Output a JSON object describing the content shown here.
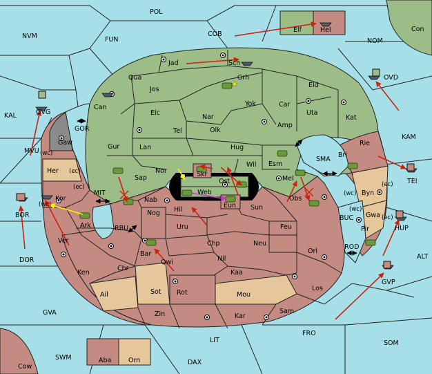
{
  "colors": {
    "sea": "#a6dfe8",
    "green": "#9dbd88",
    "red": "#c48b82",
    "tan": "#e6c79c",
    "grey": "#8a8a8a",
    "border": "#222222",
    "order": "#cc2211",
    "support": "#ffee00",
    "convoy": "#cc33cc",
    "center": "#000000"
  },
  "sea_labels": [
    {
      "id": "pol",
      "text": "POL"
    },
    {
      "id": "nvm",
      "text": "NVM"
    },
    {
      "id": "fun",
      "text": "FUN"
    },
    {
      "id": "cob",
      "text": "COB"
    },
    {
      "id": "nom",
      "text": "NOM"
    },
    {
      "id": "con",
      "text": "Con"
    },
    {
      "id": "ovd",
      "text": "OVD"
    },
    {
      "id": "kal",
      "text": "KAL"
    },
    {
      "id": "gor",
      "text": "GOR"
    },
    {
      "id": "mvu",
      "text": "MVU"
    },
    {
      "id": "kam",
      "text": "KAM"
    },
    {
      "id": "sma",
      "text": "SMA"
    },
    {
      "id": "mit",
      "text": "MIT"
    },
    {
      "id": "rbu",
      "text": "RBU"
    },
    {
      "id": "buc",
      "text": "BUC"
    },
    {
      "id": "rod",
      "text": "ROD"
    },
    {
      "id": "tei",
      "text": "TEI"
    },
    {
      "id": "bor",
      "text": "BOR"
    },
    {
      "id": "dor",
      "text": "DOR"
    },
    {
      "id": "hup",
      "text": "HUP"
    },
    {
      "id": "alt",
      "text": "ALT"
    },
    {
      "id": "gvp",
      "text": "GVP"
    },
    {
      "id": "gva",
      "text": "GVA"
    },
    {
      "id": "lit",
      "text": "LIT"
    },
    {
      "id": "fro",
      "text": "FRO"
    },
    {
      "id": "som",
      "text": "SOM"
    },
    {
      "id": "swm",
      "text": "SWM"
    },
    {
      "id": "dax",
      "text": "DAX"
    },
    {
      "id": "gvg",
      "text": "GVG"
    }
  ],
  "provinces": [
    {
      "id": "jad",
      "text": "Jad"
    },
    {
      "id": "sch",
      "text": "Sch"
    },
    {
      "id": "qua",
      "text": "Qua"
    },
    {
      "id": "grh",
      "text": "Grh"
    },
    {
      "id": "jos",
      "text": "Jos"
    },
    {
      "id": "can",
      "text": "Can"
    },
    {
      "id": "eld",
      "text": "Eld"
    },
    {
      "id": "yok",
      "text": "Yok"
    },
    {
      "id": "car",
      "text": "Car"
    },
    {
      "id": "elc",
      "text": "Elc"
    },
    {
      "id": "nar",
      "text": "Nar"
    },
    {
      "id": "uta",
      "text": "Uta"
    },
    {
      "id": "kat",
      "text": "Kat"
    },
    {
      "id": "tel",
      "text": "Tel"
    },
    {
      "id": "olk",
      "text": "Olk"
    },
    {
      "id": "amp",
      "text": "Amp"
    },
    {
      "id": "gur",
      "text": "Gur"
    },
    {
      "id": "lan",
      "text": "Lan"
    },
    {
      "id": "hug",
      "text": "Hug"
    },
    {
      "id": "bri",
      "text": "Bri"
    },
    {
      "id": "rie",
      "text": "Rie"
    },
    {
      "id": "esm",
      "text": "Esm"
    },
    {
      "id": "nor",
      "text": "Nor"
    },
    {
      "id": "wil",
      "text": "Wil"
    },
    {
      "id": "sap",
      "text": "Sap"
    },
    {
      "id": "skr",
      "text": "Skr"
    },
    {
      "id": "ost",
      "text": "Ost"
    },
    {
      "id": "mel",
      "text": "Mel"
    },
    {
      "id": "web",
      "text": "Web"
    },
    {
      "id": "byn",
      "text": "Byn"
    },
    {
      "id": "obs",
      "text": "Obs"
    },
    {
      "id": "nab",
      "text": "Nab"
    },
    {
      "id": "eun",
      "text": "Eun"
    },
    {
      "id": "sun",
      "text": "Sun"
    },
    {
      "id": "gaw",
      "text": "Gaw"
    },
    {
      "id": "her",
      "text": "Her"
    },
    {
      "id": "kor",
      "text": "Kor"
    },
    {
      "id": "hil",
      "text": "Hil"
    },
    {
      "id": "nog",
      "text": "Nog"
    },
    {
      "id": "gwa",
      "text": "Gwa"
    },
    {
      "id": "pir",
      "text": "Pir"
    },
    {
      "id": "ark",
      "text": "Ark"
    },
    {
      "id": "uru",
      "text": "Uru"
    },
    {
      "id": "feu",
      "text": "Feu"
    },
    {
      "id": "ver",
      "text": "Ver"
    },
    {
      "id": "chp",
      "text": "Chp"
    },
    {
      "id": "neu",
      "text": "Neu"
    },
    {
      "id": "bar",
      "text": "Bar"
    },
    {
      "id": "qwi",
      "text": "Qwi"
    },
    {
      "id": "orl",
      "text": "Orl"
    },
    {
      "id": "nil",
      "text": "Nil"
    },
    {
      "id": "ken",
      "text": "Ken"
    },
    {
      "id": "chr",
      "text": "Chr"
    },
    {
      "id": "kaa",
      "text": "Kaa"
    },
    {
      "id": "sot",
      "text": "Sot"
    },
    {
      "id": "rot",
      "text": "Rot"
    },
    {
      "id": "mou",
      "text": "Mou"
    },
    {
      "id": "los",
      "text": "Los"
    },
    {
      "id": "ail",
      "text": "Ail"
    },
    {
      "id": "zin",
      "text": "Zin"
    },
    {
      "id": "kar",
      "text": "Kar"
    },
    {
      "id": "sam",
      "text": "Sam"
    },
    {
      "id": "elf",
      "text": "Elf"
    },
    {
      "id": "hel",
      "text": "Hel"
    },
    {
      "id": "aba",
      "text": "Aba"
    },
    {
      "id": "orn",
      "text": "Orn"
    },
    {
      "id": "cow",
      "text": "Cow"
    }
  ],
  "coast_labels": [
    {
      "id": "her-wc",
      "text": "(wc)"
    },
    {
      "id": "her-ec",
      "text": "(ec)"
    },
    {
      "id": "kor-wc",
      "text": "(wc)"
    },
    {
      "id": "kor-ec",
      "text": "(ec)"
    },
    {
      "id": "byn-wc",
      "text": "(wc)"
    },
    {
      "id": "byn-ec",
      "text": "(ec)"
    },
    {
      "id": "gwa-wc",
      "text": "(wc)"
    },
    {
      "id": "gwa-ec",
      "text": "(ec)"
    }
  ]
}
